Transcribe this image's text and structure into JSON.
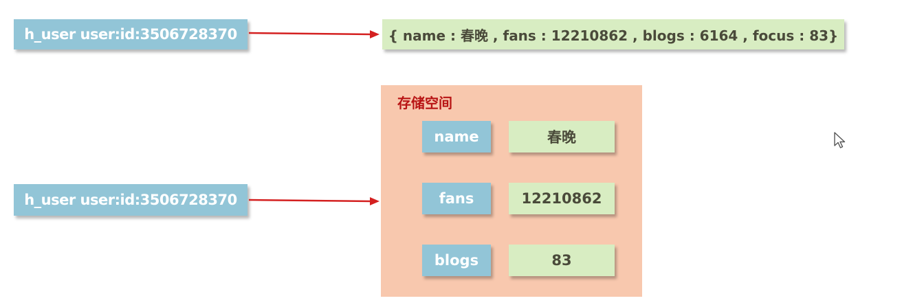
{
  "top": {
    "key_label": "h_user user:id:3506728370",
    "value_label": "{ name : 春晚 , fans : 12210862 , blogs : 6164 , focus : 83}"
  },
  "bottom": {
    "key_label": "h_user user:id:3506728370",
    "storage_title": "存储空间",
    "fields": [
      {
        "field": "name",
        "value": "春晚"
      },
      {
        "field": "fans",
        "value": "12210862"
      },
      {
        "field": "blogs",
        "value": "83"
      }
    ]
  },
  "colors": {
    "key_fill": "#92c5d7",
    "value_fill": "#d8edc2",
    "storage_fill": "#f8c8ae",
    "arrow": "#d42020",
    "title_text": "#b81414"
  },
  "icons": {
    "cursor": "mouse-pointer-icon"
  }
}
